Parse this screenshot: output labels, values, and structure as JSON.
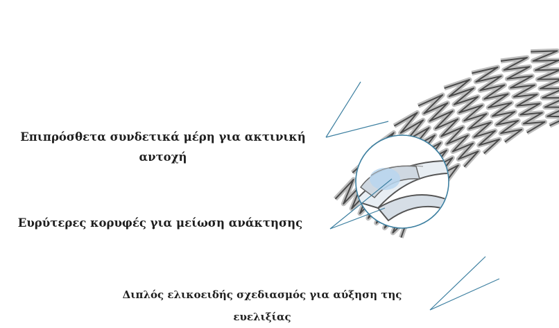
{
  "labels": {
    "links": "Επιπρόσθετα συνδετικά μέρη για ακτινική αντοχή",
    "peaks": "Ευρύτερες κορυφές για μείωση ανάκτησης",
    "helix": "Διπλός ελικοειδής  σχεδιασμός για αύξηση της ευελιξίας"
  },
  "colors": {
    "strut_dark": "#4a4a4a",
    "strut_light": "#bdbdbd",
    "connector": "#3a78b5",
    "callout_line": "#3c7fa0",
    "label_text": "#1f1f1f"
  }
}
